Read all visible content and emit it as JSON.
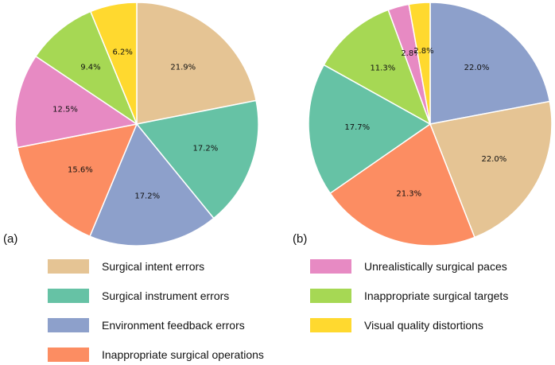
{
  "categories": {
    "intent": {
      "label": "Surgical intent errors",
      "color": "#E5C494"
    },
    "instrument": {
      "label": "Surgical instrument errors",
      "color": "#66C2A5"
    },
    "feedback": {
      "label": "Environment feedback errors",
      "color": "#8DA0CB"
    },
    "operations": {
      "label": "Inappropriate surgical operations",
      "color": "#FC8D62"
    },
    "paces": {
      "label": "Unrealistically surgical paces",
      "color": "#E78AC3"
    },
    "targets": {
      "label": "Inappropriate surgical targets",
      "color": "#A6D854"
    },
    "quality": {
      "label": "Visual quality distortions",
      "color": "#FFD92F"
    }
  },
  "legend": {
    "col1": [
      "intent",
      "instrument",
      "feedback",
      "operations"
    ],
    "col2": [
      "paces",
      "targets",
      "quality"
    ]
  },
  "chart_data": [
    {
      "type": "pie",
      "panel_label": "(a)",
      "slices": [
        {
          "key": "intent",
          "value": 21.9,
          "label": "21.9%"
        },
        {
          "key": "instrument",
          "value": 17.2,
          "label": "17.2%"
        },
        {
          "key": "feedback",
          "value": 17.2,
          "label": "17.2%"
        },
        {
          "key": "operations",
          "value": 15.6,
          "label": "15.6%"
        },
        {
          "key": "paces",
          "value": 12.5,
          "label": "12.5%"
        },
        {
          "key": "targets",
          "value": 9.4,
          "label": "9.4%"
        },
        {
          "key": "quality",
          "value": 6.2,
          "label": "6.2%"
        }
      ]
    },
    {
      "type": "pie",
      "panel_label": "(b)",
      "slices": [
        {
          "key": "feedback",
          "value": 22.0,
          "label": "22.0%"
        },
        {
          "key": "intent",
          "value": 22.0,
          "label": "22.0%"
        },
        {
          "key": "operations",
          "value": 21.3,
          "label": "21.3%"
        },
        {
          "key": "instrument",
          "value": 17.7,
          "label": "17.7%"
        },
        {
          "key": "targets",
          "value": 11.3,
          "label": "11.3%"
        },
        {
          "key": "paces",
          "value": 2.8,
          "label": "2.8%"
        },
        {
          "key": "quality",
          "value": 2.8,
          "label": "2.8%"
        }
      ]
    }
  ]
}
